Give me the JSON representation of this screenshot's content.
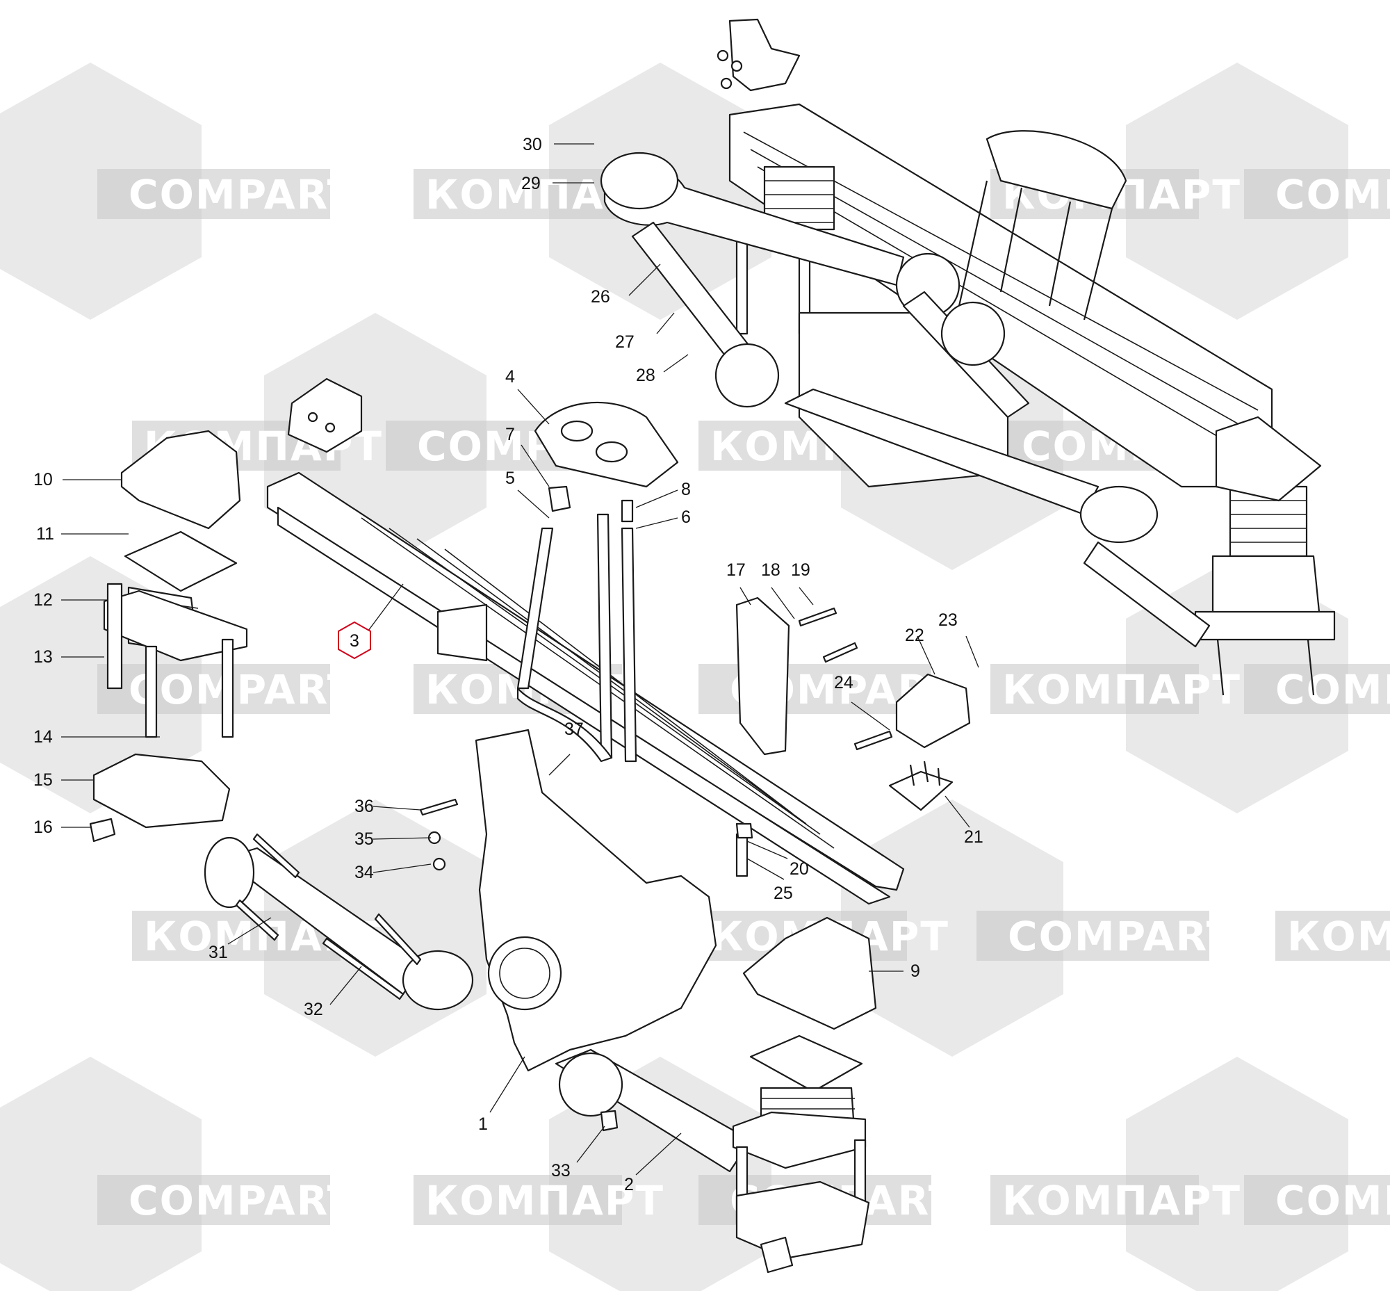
{
  "watermarks": {
    "latin": "COMPART",
    "cyrillic": "КОМПАРТ"
  },
  "colors": {
    "highlight": "#d0021b",
    "line": "#1a1a1a",
    "watermark": "#d7d7d7"
  },
  "callouts": {
    "c1": "1",
    "c2": "2",
    "c3": "3",
    "c4": "4",
    "c5": "5",
    "c6": "6",
    "c7": "7",
    "c8": "8",
    "c9": "9",
    "c10": "10",
    "c11": "11",
    "c12": "12",
    "c13": "13",
    "c14": "14",
    "c15": "15",
    "c16": "16",
    "c17": "17",
    "c18": "18",
    "c19": "19",
    "c20": "20",
    "c21": "21",
    "c22": "22",
    "c23": "23",
    "c24": "24",
    "c25": "25",
    "c26": "26",
    "c27": "27",
    "c28": "28",
    "c29": "29",
    "c30": "30",
    "c31": "31",
    "c32": "32",
    "c33": "33",
    "c34": "34",
    "c35": "35",
    "c36": "36",
    "c37": "37"
  },
  "highlighted_part": "3"
}
